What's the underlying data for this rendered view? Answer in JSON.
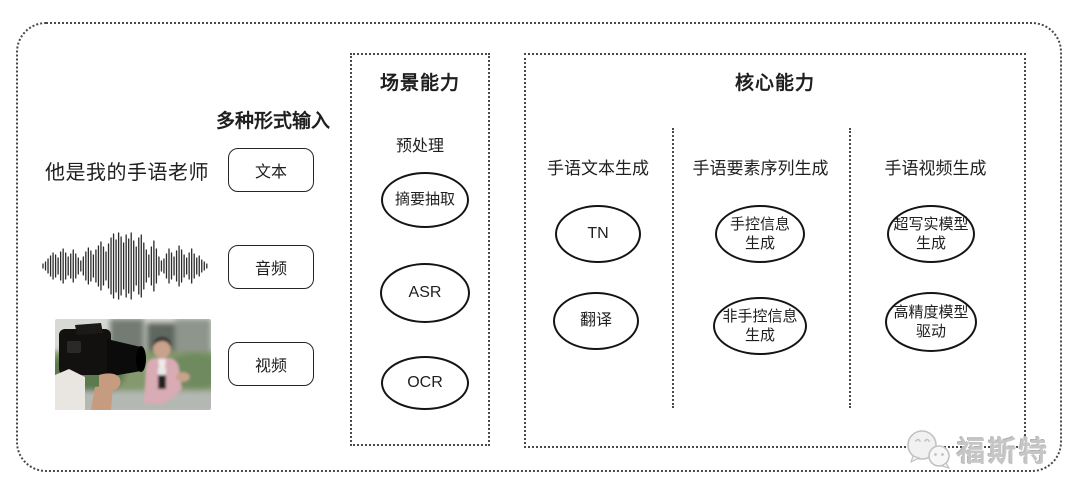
{
  "input_section": {
    "label": "多种形式输入",
    "sample_text": "他是我的手语老师",
    "items": [
      {
        "label": "文本"
      },
      {
        "label": "音频"
      },
      {
        "label": "视频"
      }
    ]
  },
  "scene_box": {
    "title": "场景能力",
    "subtitle": "预处理",
    "nodes": [
      {
        "label": "摘要抽取"
      },
      {
        "label": "ASR"
      },
      {
        "label": "OCR"
      }
    ]
  },
  "core_box": {
    "title": "核心能力",
    "columns": [
      {
        "header": "手语文本生成",
        "nodes": [
          {
            "label": "TN"
          },
          {
            "label": "翻译"
          }
        ]
      },
      {
        "header": "手语要素序列生成",
        "nodes": [
          {
            "label": "手控信息\n生成"
          },
          {
            "label": "非手控信息\n生成"
          }
        ]
      },
      {
        "header": "手语视频生成",
        "nodes": [
          {
            "label": "超写实模型\n生成"
          },
          {
            "label": "高精度模型\n驱动"
          }
        ]
      }
    ]
  },
  "watermark": {
    "text": "福斯特",
    "icon": "wechat-chat-bubbles-icon"
  },
  "waveform": {
    "amplitudes": [
      2,
      4,
      7,
      10,
      13,
      11,
      8,
      14,
      17,
      13,
      9,
      12,
      16,
      12,
      8,
      5,
      9,
      14,
      18,
      15,
      11,
      16,
      20,
      24,
      19,
      14,
      22,
      28,
      32,
      26,
      33,
      29,
      23,
      31,
      27,
      33,
      25,
      19,
      28,
      31,
      23,
      16,
      11,
      19,
      25,
      17,
      9,
      5,
      7,
      12,
      17,
      13,
      9,
      15,
      20,
      16,
      11,
      8,
      13,
      17,
      12,
      8,
      10,
      6,
      4,
      2
    ],
    "color": "#2b2b2b"
  },
  "colors": {
    "text": "#1f1f1f",
    "line": "#4a4a4a",
    "watermark": "#c6c6c6",
    "background": "#ffffff"
  }
}
